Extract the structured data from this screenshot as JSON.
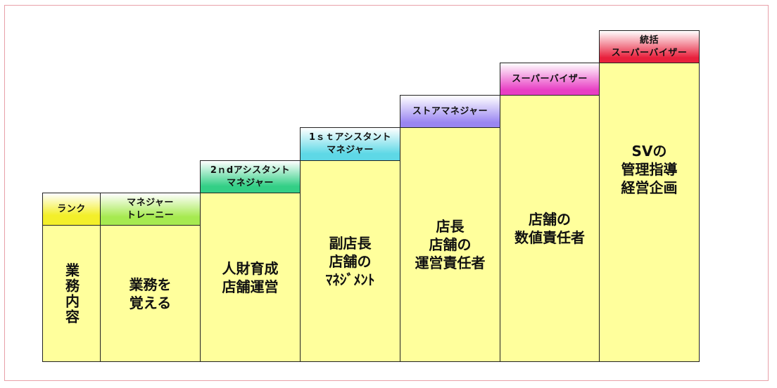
{
  "columns": [
    {
      "header": "ランク",
      "body": "業務内容",
      "header_color": "#f3ef2a"
    },
    {
      "header": "マネジャー\nトレーニー",
      "body": "業務を\n覚える",
      "header_color": "#a6ea50"
    },
    {
      "header": "2ｎdアシスタント\nマネジャー",
      "body": "人財育成\n店舗運営",
      "header_color": "#33cf86"
    },
    {
      "header": "1ｓｔアシスタント\nマネジャー",
      "body": "副店長\n店舗の\nﾏﾈｼﾞﾒﾝﾄ",
      "header_color": "#5ed8e6"
    },
    {
      "header": "ストアマネジャー",
      "body": "店長\n店舗の\n運営責任者",
      "header_color": "#9a86f2"
    },
    {
      "header": "スーパーバイザー",
      "body": "店舗の\n数値責任者",
      "header_color": "#e83ec4"
    },
    {
      "header": "統括\nスーパーバイザー",
      "body": "SVの\n管理指導\n経営企画",
      "header_color": "#e8203c"
    }
  ]
}
